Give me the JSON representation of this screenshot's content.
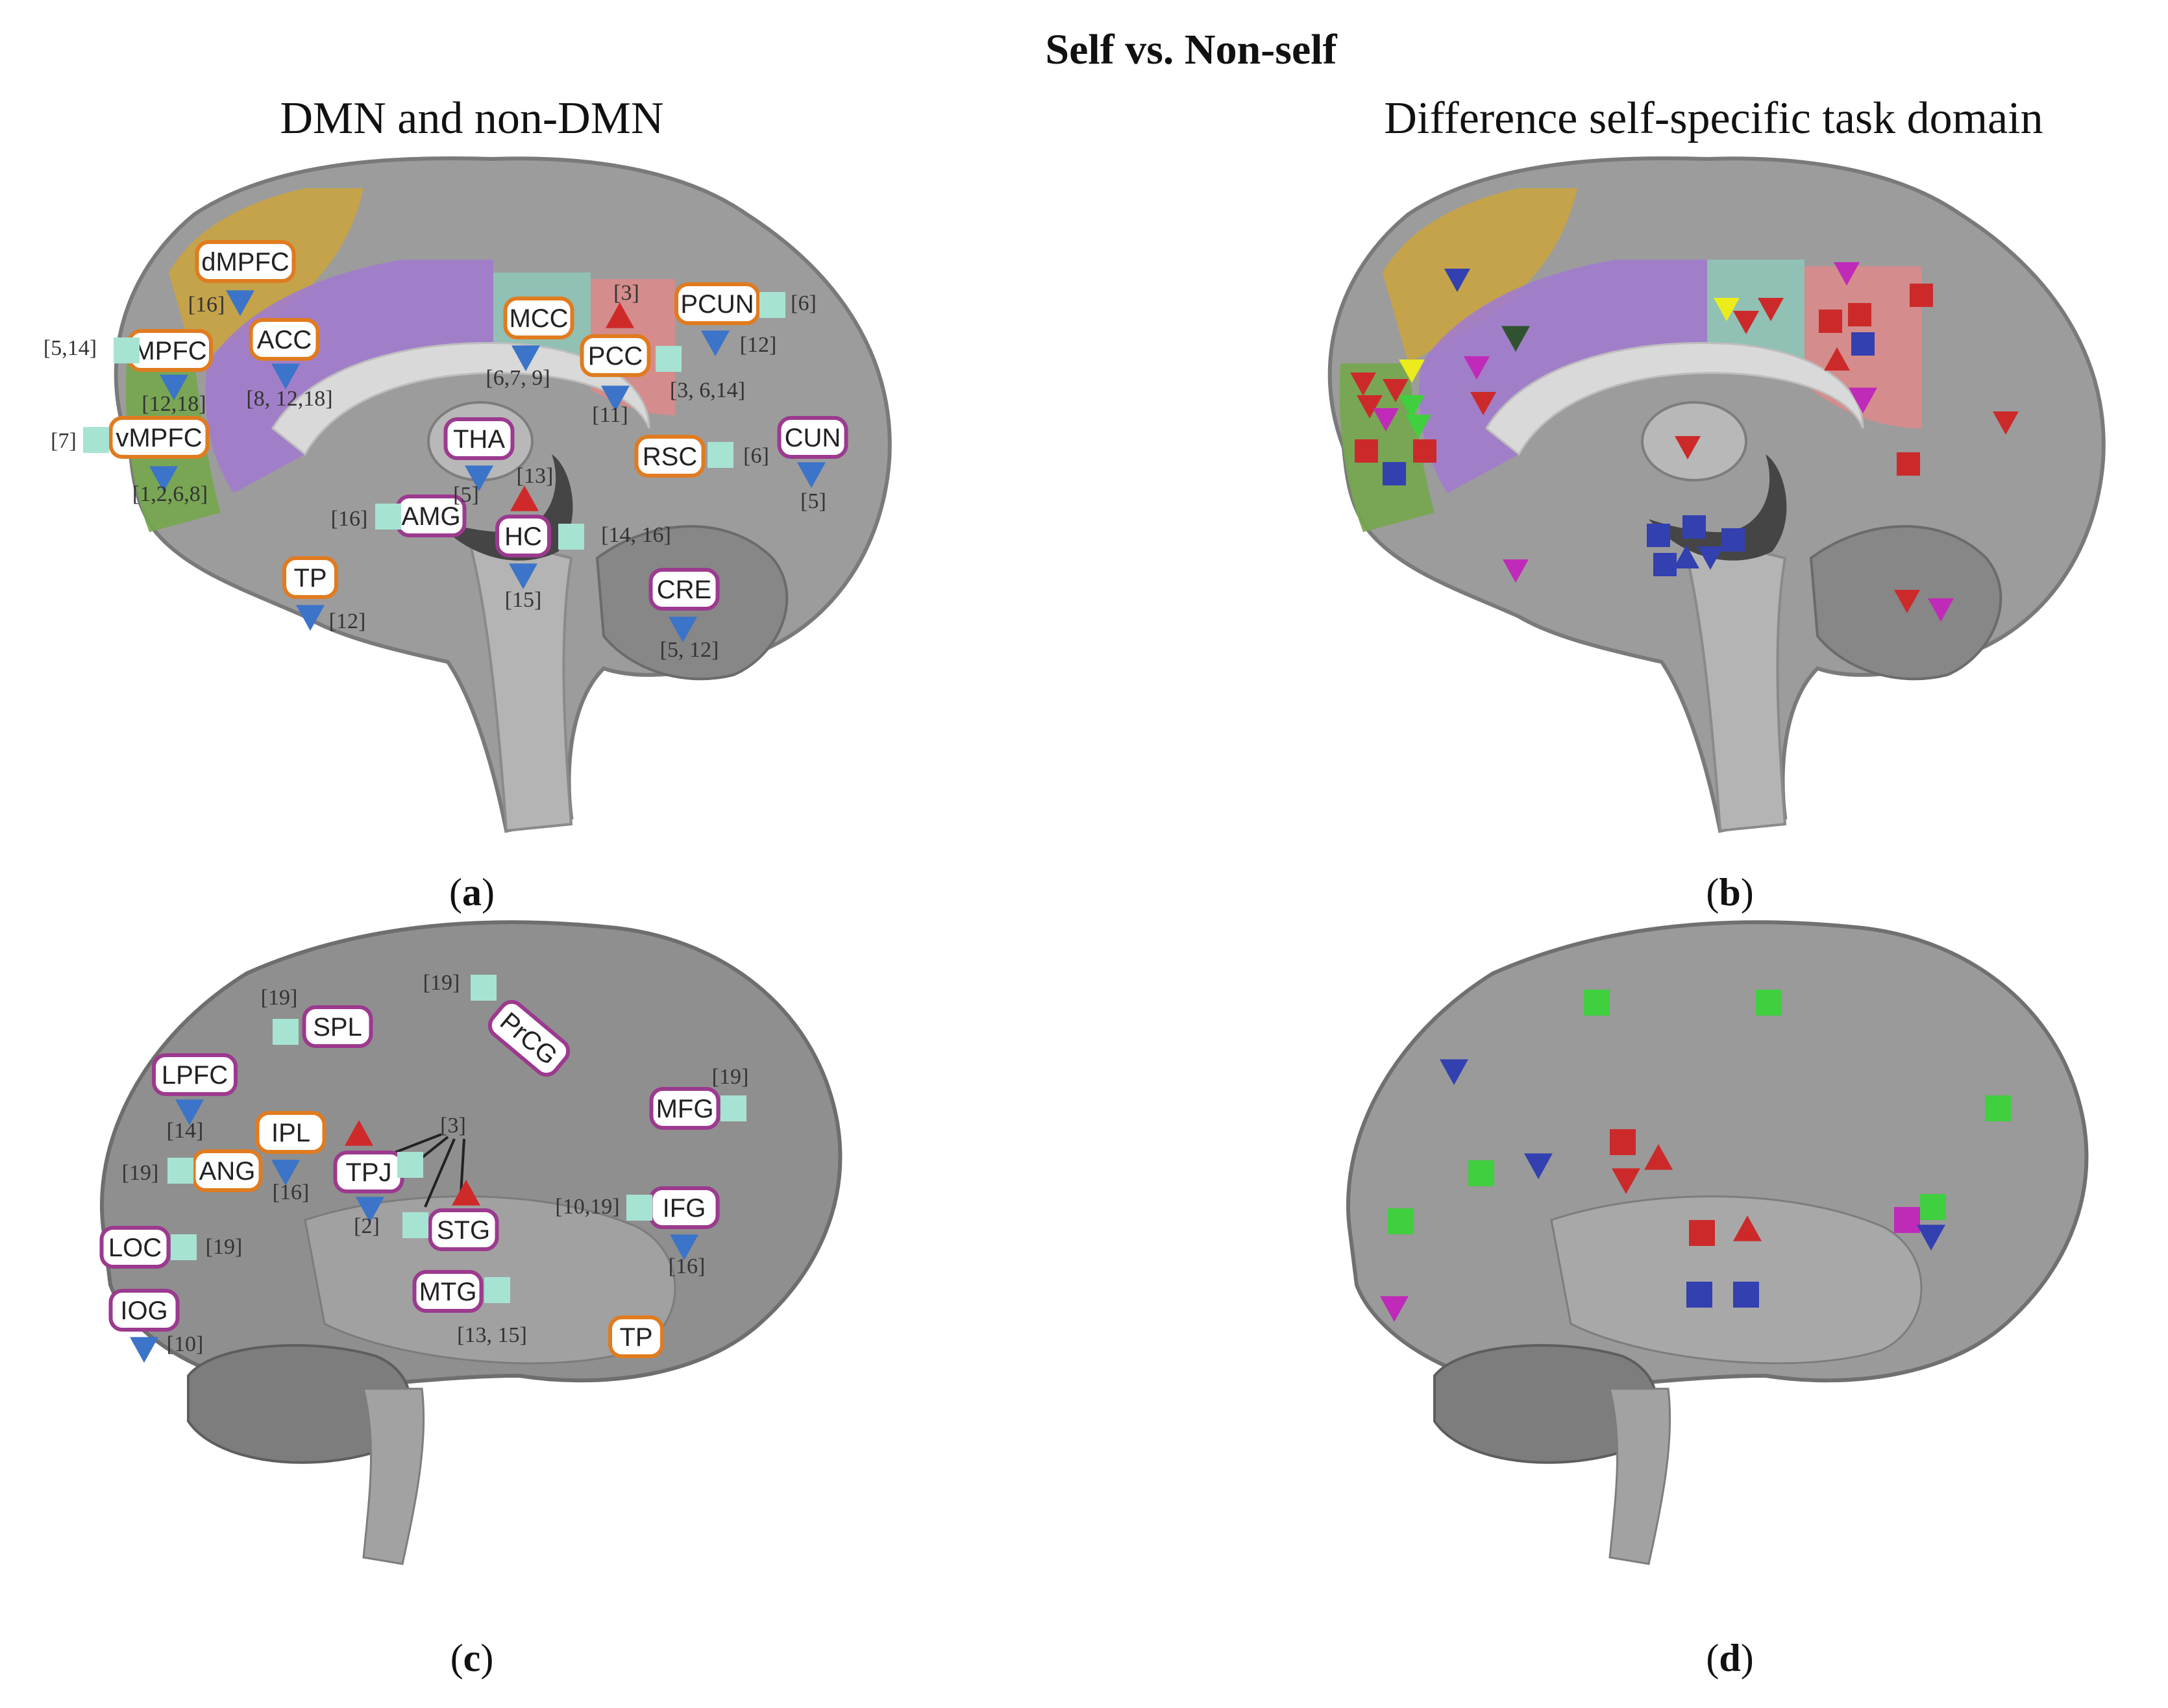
{
  "title": "Self vs. Non-self",
  "subtitle_left": "DMN and non-DMN",
  "subtitle_right": "Difference self-specific task domain",
  "colors": {
    "dmn_outline": "#e07b1f",
    "non_dmn_outline": "#9b3a8e",
    "down": "#3b74c8",
    "up": "#cf2a2a",
    "mixed": "#a7e3d3",
    "red": "#cc2a2a",
    "blue": "#3340b0",
    "green": "#3fcf3f",
    "magenta": "#c02ab8",
    "yellow": "#ecec1c",
    "darkgreen": "#2f5330"
  },
  "panels": {
    "a": {
      "caption_l": "(",
      "caption_b": "a",
      "caption_r": ")",
      "regions": [
        {
          "label": "dMPFC",
          "outline": "dmn"
        },
        {
          "label": "MPFC",
          "outline": "dmn"
        },
        {
          "label": "vMPFC",
          "outline": "dmn"
        },
        {
          "label": "ACC",
          "outline": "dmn"
        },
        {
          "label": "MCC",
          "outline": "dmn"
        },
        {
          "label": "PCC",
          "outline": "dmn"
        },
        {
          "label": "PCUN",
          "outline": "dmn"
        },
        {
          "label": "RSC",
          "outline": "dmn"
        },
        {
          "label": "THA",
          "outline": "non"
        },
        {
          "label": "AMG",
          "outline": "non"
        },
        {
          "label": "HC",
          "outline": "non"
        },
        {
          "label": "TP",
          "outline": "dmn"
        },
        {
          "label": "CUN",
          "outline": "non"
        },
        {
          "label": "CRE",
          "outline": "non"
        }
      ],
      "refs": [
        "[16]",
        "[5,14]",
        "[12,18]",
        "[7]",
        "[1,2,6,8]",
        "[8, 12,18]",
        "[3]",
        "[6,7, 9]",
        "[11]",
        "[6]",
        "[12]",
        "[3, 6,14]",
        "[6]",
        "[5]",
        "[13]",
        "[16]",
        "[14, 16]",
        "[15]",
        "[12]",
        "[5]",
        "[5, 12]"
      ]
    },
    "b": {
      "caption_l": "(",
      "caption_b": "b",
      "caption_r": ")"
    },
    "c": {
      "caption_l": "(",
      "caption_b": "c",
      "caption_r": ")",
      "regions": [
        {
          "label": "SPL",
          "outline": "non"
        },
        {
          "label": "PrCG",
          "outline": "non"
        },
        {
          "label": "LPFC",
          "outline": "non"
        },
        {
          "label": "IPL",
          "outline": "dmn"
        },
        {
          "label": "ANG",
          "outline": "dmn"
        },
        {
          "label": "TPJ",
          "outline": "non"
        },
        {
          "label": "STG",
          "outline": "non"
        },
        {
          "label": "MFG",
          "outline": "non"
        },
        {
          "label": "IFG",
          "outline": "non"
        },
        {
          "label": "LOC",
          "outline": "non"
        },
        {
          "label": "IOG",
          "outline": "non"
        },
        {
          "label": "MTG",
          "outline": "non"
        },
        {
          "label": "TP",
          "outline": "dmn"
        }
      ],
      "refs": [
        "[19]",
        "[19]",
        "[14]",
        "[19]",
        "[16]",
        "[3]",
        "[2]",
        "[19]",
        "[10,19]",
        "[16]",
        "[19]",
        "[10]",
        "[13, 15]"
      ]
    },
    "d": {
      "caption_l": "(",
      "caption_b": "d",
      "caption_r": ")"
    }
  }
}
